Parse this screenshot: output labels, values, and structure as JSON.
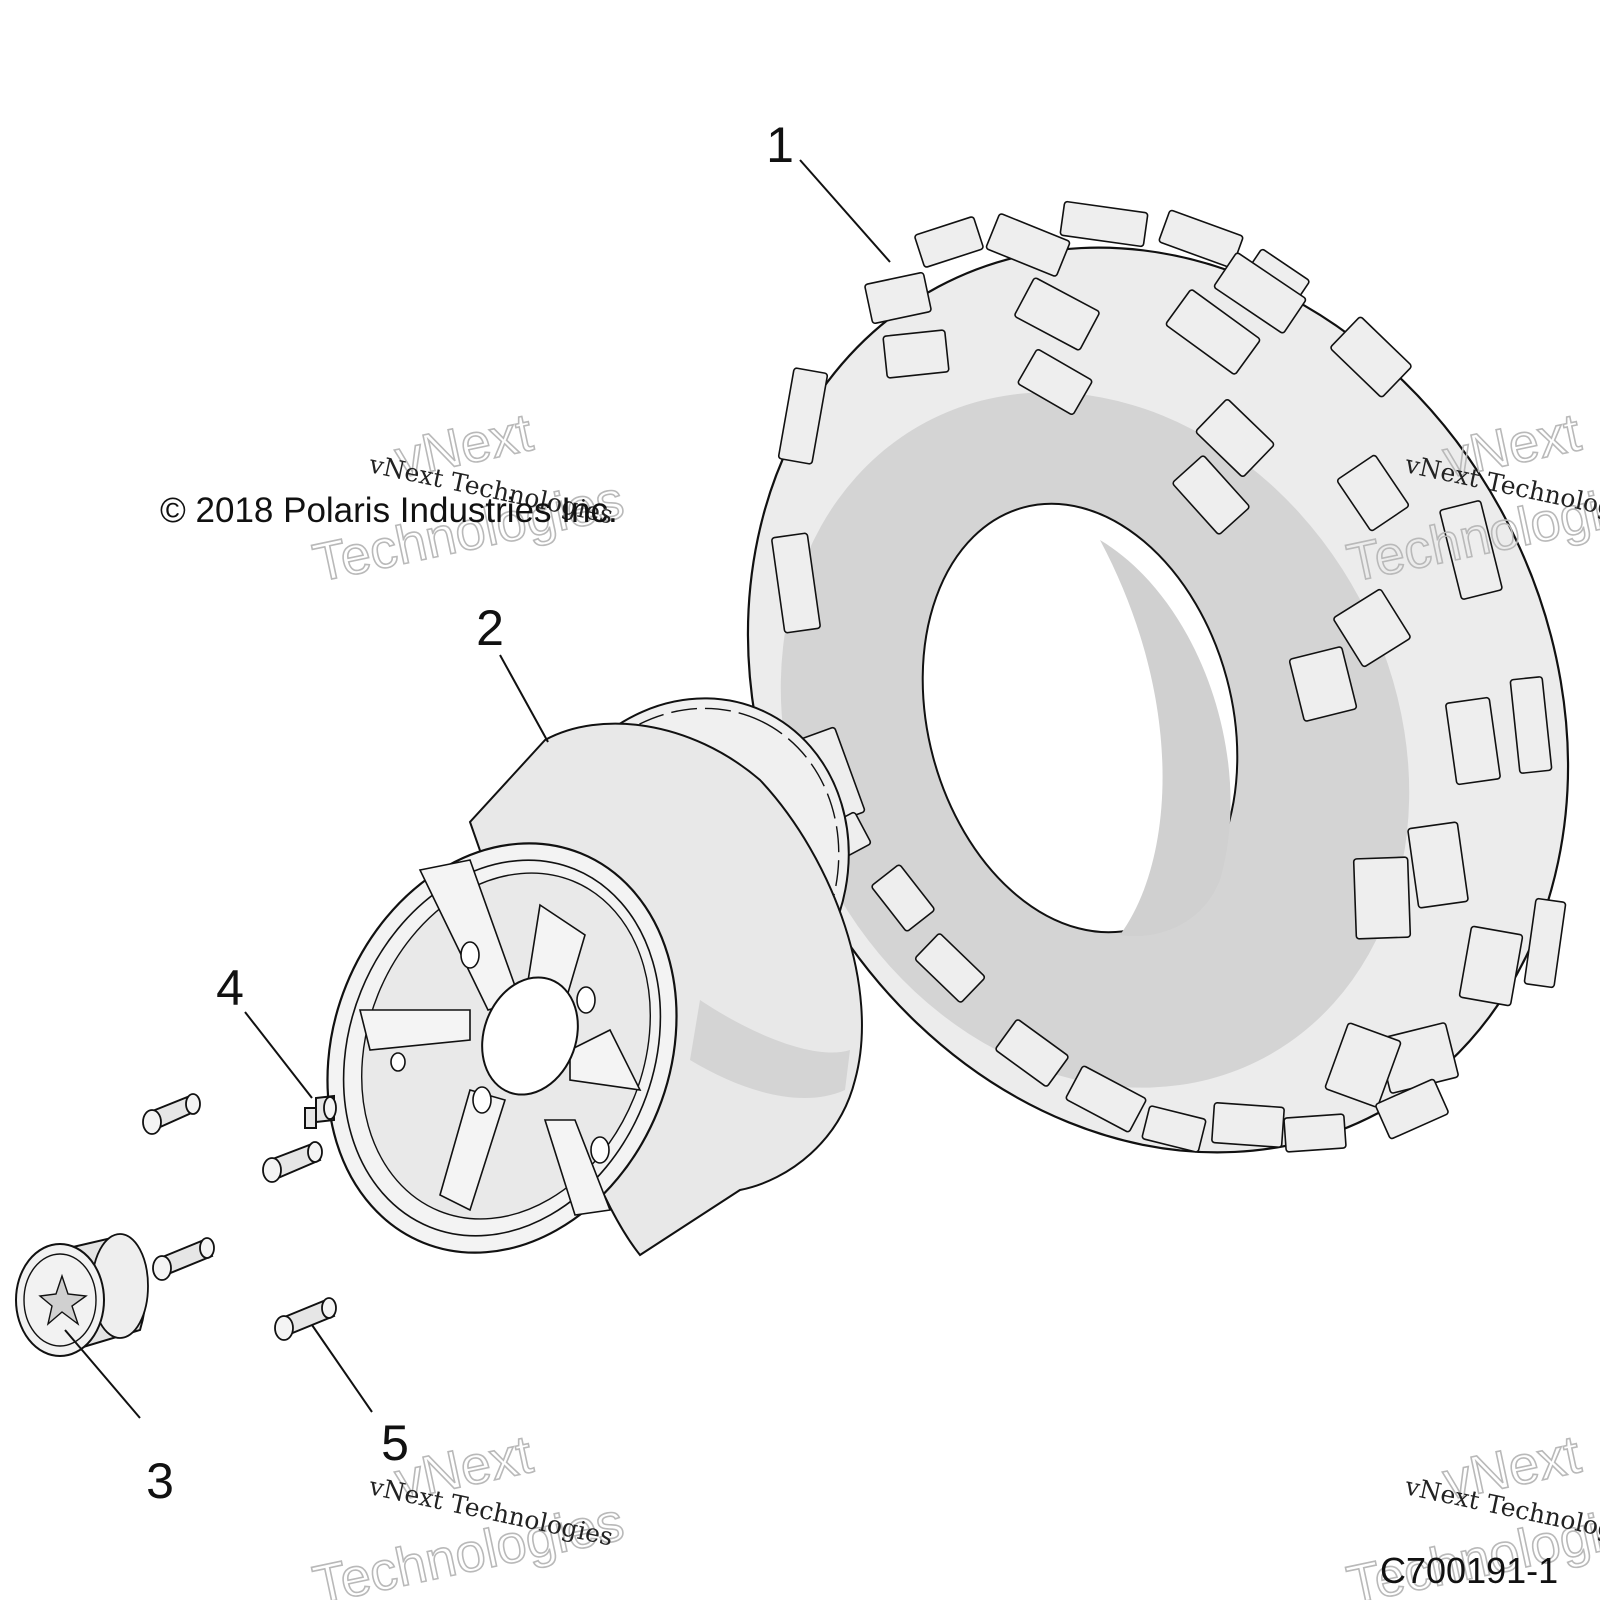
{
  "copyright": "© 2018 Polaris Industries Inc.",
  "figure_code": "C700191-1",
  "watermark": {
    "small_text": "vNext Technologies",
    "big_line1": "vNext",
    "big_line2": "Technologies"
  },
  "callouts": [
    {
      "number": "1",
      "part": "tire"
    },
    {
      "number": "2",
      "part": "wheel-rim"
    },
    {
      "number": "3",
      "part": "hub-cap"
    },
    {
      "number": "4",
      "part": "valve-stem"
    },
    {
      "number": "5",
      "part": "lug-nut"
    }
  ],
  "colors": {
    "line": "#111111",
    "part_fill": "#e6e6e6",
    "shadow": "#cfcfcf",
    "watermark": "#b9b9b9"
  }
}
